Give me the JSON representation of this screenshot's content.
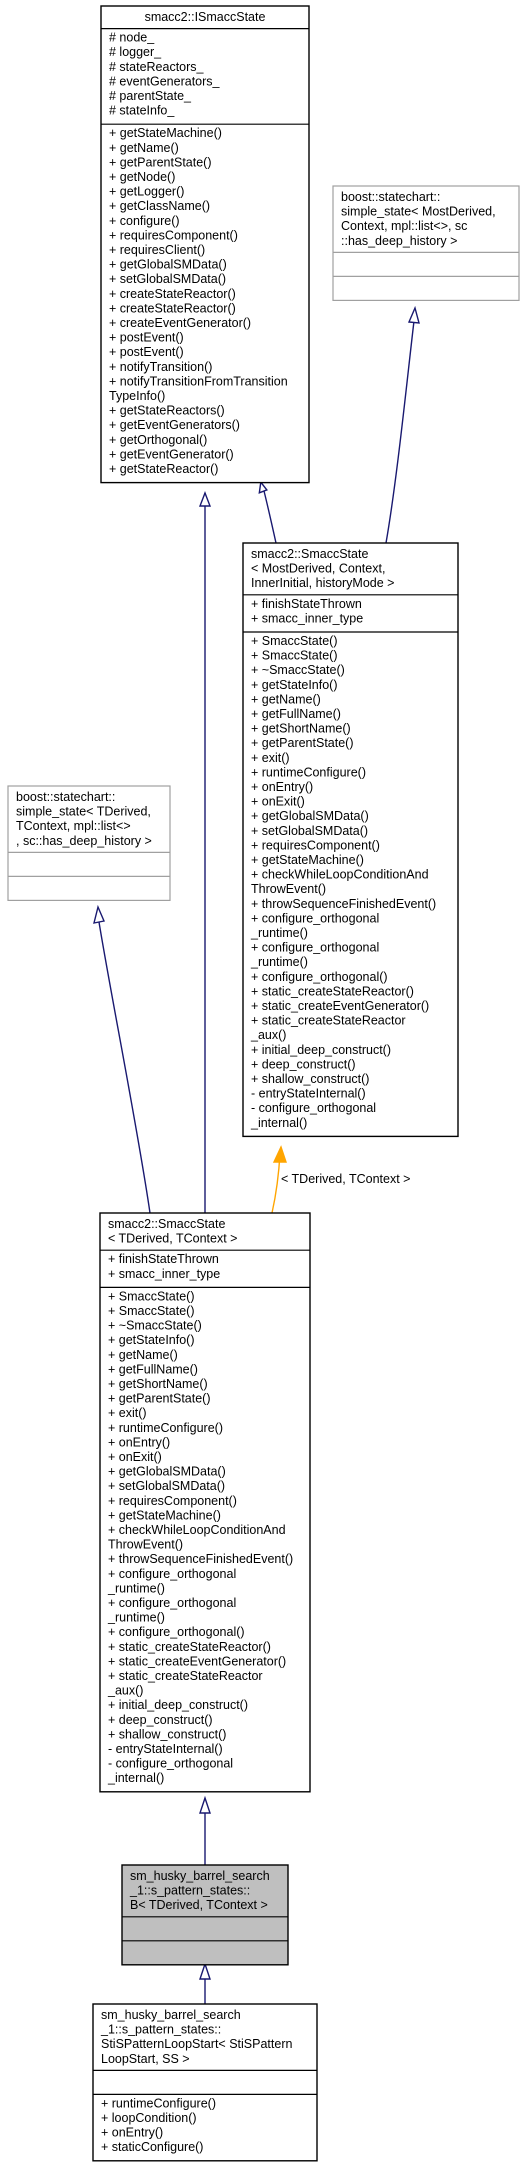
{
  "colors": {
    "edge": "#191970",
    "template_edge": "#ffa500",
    "selected_fill": "#bfbfbf",
    "external_border": "#a0a0a0"
  },
  "nodes": {
    "isMaccState": {
      "title": [
        "smacc2::ISmaccState"
      ],
      "attributes": [
        "# node_",
        "# logger_",
        "# stateReactors_",
        "# eventGenerators_",
        "# parentState_",
        "# stateInfo_"
      ],
      "methods": [
        "+ getStateMachine()",
        "+ getName()",
        "+ getParentState()",
        "+ getNode()",
        "+ getLogger()",
        "+ getClassName()",
        "+ configure()",
        "+ requiresComponent()",
        "+ requiresClient()",
        "+ getGlobalSMData()",
        "+ setGlobalSMData()",
        "+ createStateReactor()",
        "+ createStateReactor()",
        "+ createEventGenerator()",
        "+ postEvent()",
        "+ postEvent()",
        "+ notifyTransition()",
        "+ notifyTransitionFromTransition",
        "TypeInfo()",
        "+ getStateReactors()",
        "+ getEventGenerators()",
        "+ getOrthogonal()",
        "+ getEventGenerator()",
        "+ getStateReactor()"
      ]
    },
    "boostSimpleStateTop": {
      "title": [
        "boost::statechart::",
        "simple_state< MostDerived,",
        "Context, mpl::list<>, sc",
        "::has_deep_history >"
      ],
      "attributes": [],
      "methods": []
    },
    "smaccStateGeneric": {
      "title": [
        "smacc2::SmaccState",
        "< MostDerived, Context,",
        "InnerInitial, historyMode >"
      ],
      "attributes": [
        "+ finishStateThrown",
        "+ smacc_inner_type"
      ],
      "methods": [
        "+ SmaccState()",
        "+ SmaccState()",
        "+ ~SmaccState()",
        "+ getStateInfo()",
        "+ getName()",
        "+ getFullName()",
        "+ getShortName()",
        "+ getParentState()",
        "+ exit()",
        "+ runtimeConfigure()",
        "+ onEntry()",
        "+ onExit()",
        "+ getGlobalSMData()",
        "+ setGlobalSMData()",
        "+ requiresComponent()",
        "+ getStateMachine()",
        "+ checkWhileLoopConditionAnd",
        "ThrowEvent()",
        "+ throwSequenceFinishedEvent()",
        "+ configure_orthogonal",
        "_runtime()",
        "+ configure_orthogonal",
        "_runtime()",
        "+ configure_orthogonal()",
        "+ static_createStateReactor()",
        "+ static_createEventGenerator()",
        "+ static_createStateReactor",
        "_aux()",
        "+ initial_deep_construct()",
        "+ deep_construct()",
        "+ shallow_construct()",
        "- entryStateInternal()",
        "- configure_orthogonal",
        "_internal()"
      ]
    },
    "boostSimpleStateLeft": {
      "title": [
        "boost::statechart::",
        "simple_state< TDerived,",
        "TContext, mpl::list<>",
        ", sc::has_deep_history >"
      ],
      "attributes": [],
      "methods": []
    },
    "smaccStateT": {
      "title": [
        "smacc2::SmaccState",
        "< TDerived, TContext >"
      ],
      "attributes": [
        "+ finishStateThrown",
        "+ smacc_inner_type"
      ],
      "methods": [
        "+ SmaccState()",
        "+ SmaccState()",
        "+ ~SmaccState()",
        "+ getStateInfo()",
        "+ getName()",
        "+ getFullName()",
        "+ getShortName()",
        "+ getParentState()",
        "+ exit()",
        "+ runtimeConfigure()",
        "+ onEntry()",
        "+ onExit()",
        "+ getGlobalSMData()",
        "+ setGlobalSMData()",
        "+ requiresComponent()",
        "+ getStateMachine()",
        "+ checkWhileLoopConditionAnd",
        "ThrowEvent()",
        "+ throwSequenceFinishedEvent()",
        "+ configure_orthogonal",
        "_runtime()",
        "+ configure_orthogonal",
        "_runtime()",
        "+ configure_orthogonal()",
        "+ static_createStateReactor()",
        "+ static_createEventGenerator()",
        "+ static_createStateReactor",
        "_aux()",
        "+ initial_deep_construct()",
        "+ deep_construct()",
        "+ shallow_construct()",
        "- entryStateInternal()",
        "- configure_orthogonal",
        "_internal()"
      ]
    },
    "stateB": {
      "title": [
        "sm_husky_barrel_search",
        "_1::s_pattern_states::",
        "B< TDerived, TContext >"
      ],
      "attributes": [],
      "methods": []
    },
    "stiSPatternLoopStart": {
      "title": [
        "sm_husky_barrel_search",
        "_1::s_pattern_states::",
        "StiSPatternLoopStart< StiSPattern",
        "LoopStart, SS >"
      ],
      "attributes": [],
      "methods": [
        "+ runtimeConfigure()",
        "+ loopCondition()",
        "+ onEntry()",
        "+ staticConfigure()"
      ]
    }
  },
  "edge_labels": {
    "template_binding": "< TDerived, TContext >"
  }
}
